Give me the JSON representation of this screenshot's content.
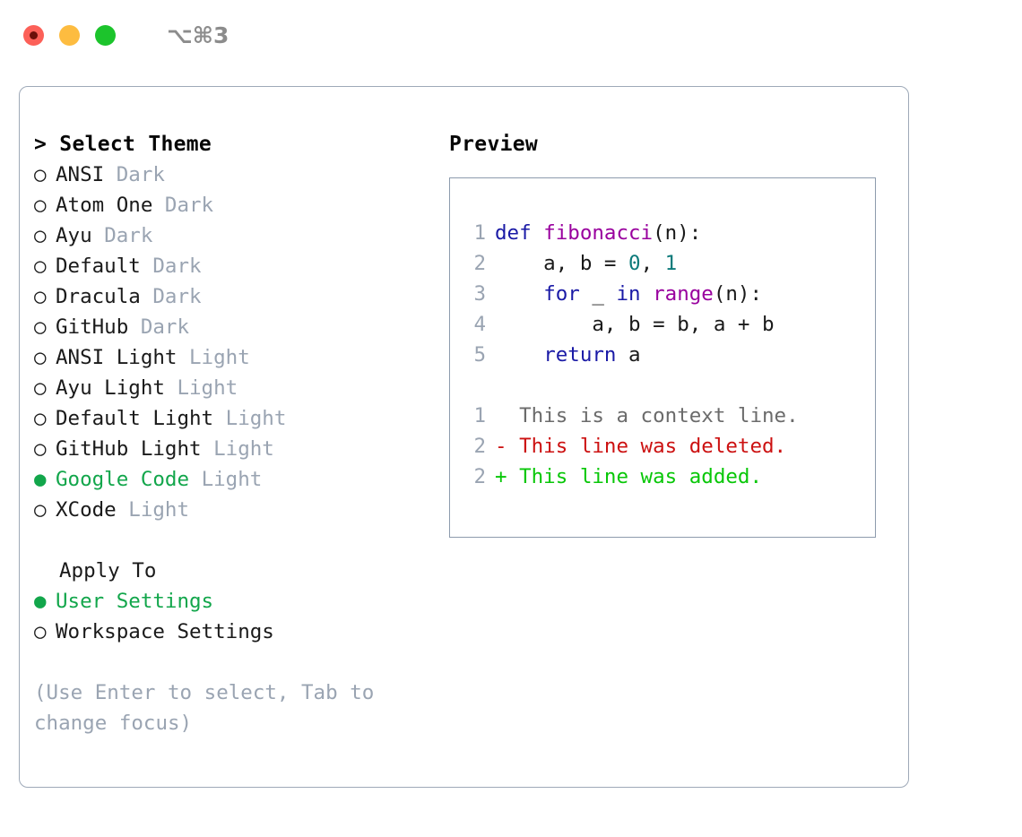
{
  "window": {
    "title": "⌥⌘3",
    "traffic_lights": [
      "close-button",
      "minimize-button",
      "zoom-button"
    ],
    "accent_selected": "#12a64b",
    "border_color": "#9ea9b8"
  },
  "left": {
    "header": "> Select Theme",
    "themes": [
      {
        "marker": "○",
        "name": "ANSI",
        "kind": "Dark",
        "selected": false
      },
      {
        "marker": "○",
        "name": "Atom One",
        "kind": "Dark",
        "selected": false
      },
      {
        "marker": "○",
        "name": "Ayu",
        "kind": "Dark",
        "selected": false
      },
      {
        "marker": "○",
        "name": "Default",
        "kind": "Dark",
        "selected": false
      },
      {
        "marker": "○",
        "name": "Dracula",
        "kind": "Dark",
        "selected": false
      },
      {
        "marker": "○",
        "name": "GitHub",
        "kind": "Dark",
        "selected": false
      },
      {
        "marker": "○",
        "name": "ANSI Light",
        "kind": "Light",
        "selected": false
      },
      {
        "marker": "○",
        "name": "Ayu Light",
        "kind": "Light",
        "selected": false
      },
      {
        "marker": "○",
        "name": "Default Light",
        "kind": "Light",
        "selected": false
      },
      {
        "marker": "○",
        "name": "GitHub Light",
        "kind": "Light",
        "selected": false
      },
      {
        "marker": "●",
        "name": "Google Code",
        "kind": "Light",
        "selected": true
      },
      {
        "marker": "○",
        "name": "XCode",
        "kind": "Light",
        "selected": false
      }
    ],
    "apply_header": "Apply To",
    "apply_options": [
      {
        "marker": "●",
        "label": "User Settings",
        "selected": true
      },
      {
        "marker": "○",
        "label": "Workspace Settings",
        "selected": false
      }
    ],
    "hint": "(Use Enter to select, Tab to change focus)"
  },
  "right": {
    "header": "Preview",
    "code_lines": [
      {
        "num": "1",
        "tokens": [
          {
            "t": "def",
            "c": "kw"
          },
          {
            "t": " ",
            "c": "plain"
          },
          {
            "t": "fibonacci",
            "c": "fn"
          },
          {
            "t": "(n):",
            "c": "plain"
          }
        ]
      },
      {
        "num": "2",
        "tokens": [
          {
            "t": "    a, b = ",
            "c": "plain"
          },
          {
            "t": "0",
            "c": "num"
          },
          {
            "t": ", ",
            "c": "plain"
          },
          {
            "t": "1",
            "c": "num"
          }
        ]
      },
      {
        "num": "3",
        "tokens": [
          {
            "t": "    ",
            "c": "plain"
          },
          {
            "t": "for",
            "c": "kw"
          },
          {
            "t": " _ ",
            "c": "plain"
          },
          {
            "t": "in",
            "c": "kw"
          },
          {
            "t": " ",
            "c": "plain"
          },
          {
            "t": "range",
            "c": "fn"
          },
          {
            "t": "(n):",
            "c": "plain"
          }
        ]
      },
      {
        "num": "4",
        "tokens": [
          {
            "t": "        a, b = b, a + b",
            "c": "plain"
          }
        ]
      },
      {
        "num": "5",
        "tokens": [
          {
            "t": "    ",
            "c": "plain"
          },
          {
            "t": "return",
            "c": "kw"
          },
          {
            "t": " a",
            "c": "plain"
          }
        ]
      }
    ],
    "diff_lines": [
      {
        "num": "1",
        "sign": " ",
        "text": " This is a context line.",
        "c": "ctx"
      },
      {
        "num": "2",
        "sign": "-",
        "text": " This line was deleted.",
        "c": "del"
      },
      {
        "num": "2",
        "sign": "+",
        "text": " This line was added.",
        "c": "add"
      }
    ]
  }
}
